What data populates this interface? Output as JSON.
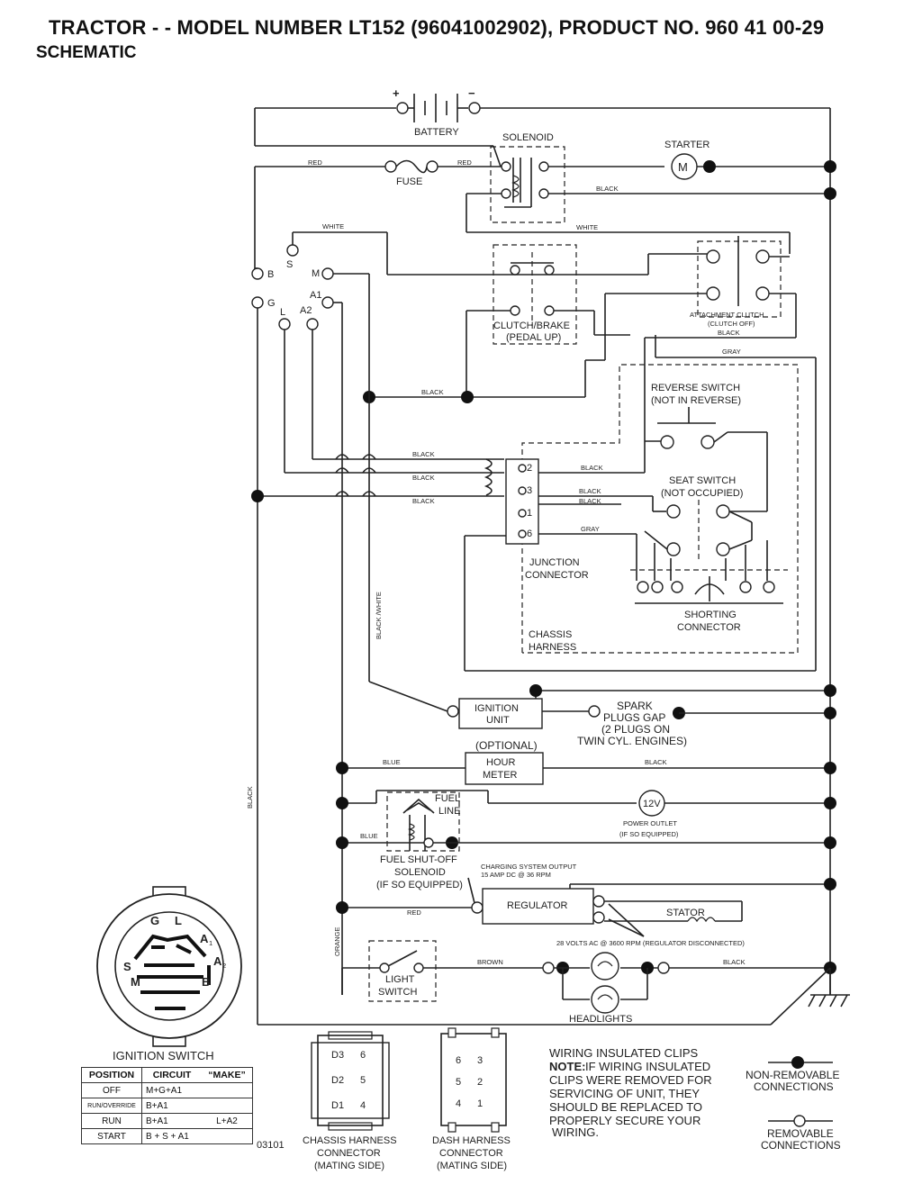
{
  "header": {
    "title": "TRACTOR - - MODEL NUMBER LT152 (96041002902), PRODUCT NO. 960 41 00-29",
    "subtitle": "SCHEMATIC"
  },
  "battery": {
    "label": "BATTERY",
    "plus": "+",
    "minus": "−"
  },
  "solenoid": {
    "label": "SOLENOID"
  },
  "starter": {
    "label": "STARTER",
    "motor_symbol": "M"
  },
  "fuse": {
    "label": "FUSE"
  },
  "wires": {
    "red1": "RED",
    "red2": "RED",
    "black1": "BLACK",
    "white1": "WHITE",
    "white2": "WHITE",
    "black2": "BLACK",
    "gray1": "GRAY",
    "black3": "BLACK",
    "black4": "BLACK",
    "black5": "BLACK",
    "black6": "BLACK",
    "black7": "BLACK",
    "black8": "BLACK",
    "black9": "BLACK",
    "gray2": "GRAY",
    "black_white": "BLACK /WHITE",
    "black_vert": "BLACK",
    "blue1": "BLUE",
    "black10": "BLACK",
    "blue2": "BLUE",
    "red3": "RED",
    "orange": "ORANGE",
    "brown": "BROWN",
    "black11": "BLACK"
  },
  "ignition_terminals": {
    "b": "B",
    "s": "S",
    "m": "M",
    "a1": "A1",
    "a2": "A2",
    "l": "L",
    "g": "G"
  },
  "clutch_brake": {
    "line1": "CLUTCH/BRAKE",
    "line2": "(PEDAL UP)"
  },
  "attachment_clutch": {
    "line1": "ATTACHMENT CLUTCH",
    "line2": "(CLUTCH OFF)"
  },
  "reverse_switch": {
    "line1": "REVERSE SWITCH",
    "line2": "(NOT IN REVERSE)"
  },
  "seat_switch": {
    "line1": "SEAT SWITCH",
    "line2": "(NOT OCCUPIED)"
  },
  "junction": {
    "line1": "JUNCTION",
    "line2": "CONNECTOR",
    "pins": [
      "2",
      "3",
      "1",
      "6"
    ]
  },
  "shorting": {
    "line1": "SHORTING",
    "line2": "CONNECTOR"
  },
  "chassis_harness_box": {
    "line1": "CHASSIS",
    "line2": "HARNESS"
  },
  "ignition_unit": {
    "line1": "IGNITION",
    "line2": "UNIT"
  },
  "spark": {
    "line1": "SPARK",
    "line2": "PLUGS GAP",
    "line3": "(2 PLUGS ON",
    "line4": "TWIN CYL. ENGINES)"
  },
  "hour_meter": {
    "optional": "(OPTIONAL)",
    "line1": "HOUR",
    "line2": "METER"
  },
  "fuel_line": {
    "line1": "FUEL",
    "line2": "LINE"
  },
  "power_outlet": {
    "symbol": "12V",
    "line1": "POWER OUTLET",
    "line2": "(IF SO EQUIPPED)"
  },
  "fuel_solenoid": {
    "line1": "FUEL SHUT-OFF",
    "line2": "SOLENOID",
    "line3": "(IF SO EQUIPPED)"
  },
  "charging": {
    "line1": "CHARGING SYSTEM OUTPUT",
    "line2": "15 AMP DC @ 36 RPM"
  },
  "regulator": {
    "label": "REGULATOR"
  },
  "stator": {
    "label": "STATOR",
    "note": "28 VOLTS AC @ 3600 RPM (REGULATOR DISCONNECTED)"
  },
  "light_switch": {
    "line1": "LIGHT",
    "line2": "SWITCH"
  },
  "headlights": {
    "label": "HEADLIGHTS"
  },
  "ignition_switch": {
    "title": "IGNITION SWITCH",
    "terminals": {
      "g": "G",
      "l": "L",
      "a1": "A",
      "a1_sub": "1",
      "a2": "A",
      "a2_sub": "2",
      "s": "S",
      "m": "M",
      "b": "B"
    },
    "headers": {
      "position": "POSITION",
      "circuit": "CIRCUIT",
      "make": "“MAKE”"
    },
    "rows": [
      {
        "position": "OFF",
        "circuit": "M+G+A1",
        "make": ""
      },
      {
        "position": "RUN/OVERRIDE",
        "circuit": "B+A1",
        "make": ""
      },
      {
        "position": "RUN",
        "circuit": "B+A1",
        "make": "L+A2"
      },
      {
        "position": "START",
        "circuit": "B + S + A1",
        "make": ""
      }
    ],
    "code": "03101"
  },
  "chassis_connector": {
    "pins": [
      "D",
      "3",
      "6",
      "2",
      "5",
      "1",
      "4"
    ],
    "pin_left": [
      "D3",
      "D2",
      "D1"
    ],
    "pin_right": [
      "6",
      "5",
      "4"
    ],
    "line1": "CHASSIS HARNESS",
    "line2": "CONNECTOR",
    "line3": "(MATING SIDE)"
  },
  "dash_connector": {
    "pin_left": [
      "6",
      "5",
      "4"
    ],
    "pin_right": [
      "3",
      "2",
      "1"
    ],
    "line1": "DASH HARNESS",
    "line2": "CONNECTOR",
    "line3": "(MATING SIDE)"
  },
  "clips_note": {
    "title": "WIRING INSULATED CLIPS",
    "note_label": "NOTE:",
    "line1": "IF WIRING INSULATED",
    "line2": "CLIPS WERE REMOVED FOR",
    "line3": "SERVICING OF UNIT, THEY",
    "line4": "SHOULD BE REPLACED TO",
    "line5": "PROPERLY SECURE YOUR",
    "line6": "WIRING."
  },
  "legend": {
    "nonremovable1": "NON-REMOVABLE",
    "nonremovable2": "CONNECTIONS",
    "removable1": "REMOVABLE",
    "removable2": "CONNECTIONS"
  }
}
